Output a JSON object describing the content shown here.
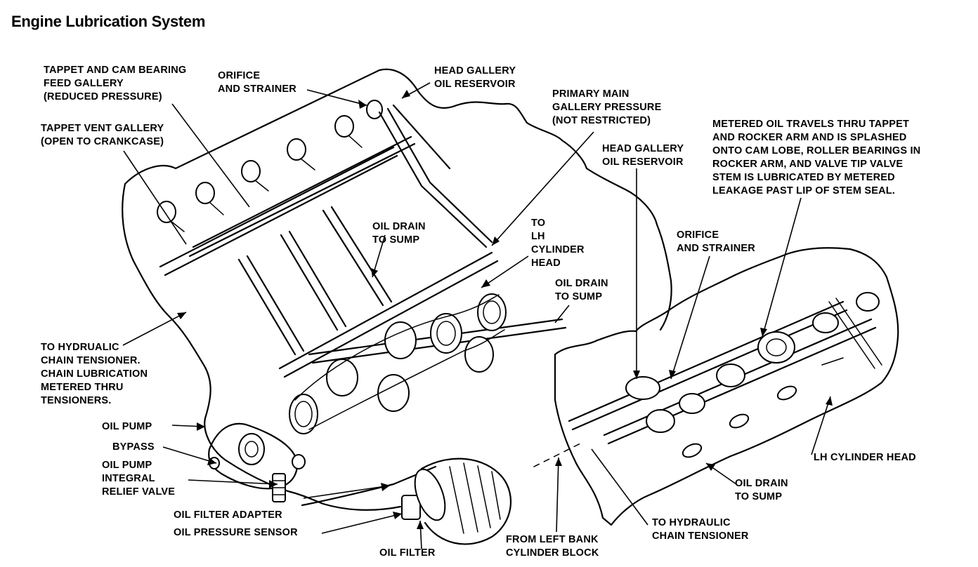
{
  "title": "Engine Lubrication System",
  "labels": {
    "tappet_cam_feed": "TAPPET AND CAM BEARING\nFEED GALLERY\n(REDUCED PRESSURE)",
    "orifice_strainer_1": "ORIFICE\nAND STRAINER",
    "head_gallery_1": "HEAD GALLERY\nOIL RESERVOIR",
    "primary_main": "PRIMARY MAIN\nGALLERY PRESSURE\n(NOT RESTRICTED)",
    "tappet_vent": "TAPPET VENT GALLERY\n(OPEN TO CRANKCASE)",
    "metered_oil": "METERED OIL TRAVELS THRU TAPPET\nAND ROCKER ARM AND IS SPLASHED\nONTO CAM LOBE, ROLLER BEARINGS IN\nROCKER ARM, AND VALVE TIP VALVE\nSTEM IS LUBRICATED BY METERED\nLEAKAGE PAST LIP OF STEM SEAL.",
    "head_gallery_2": "HEAD GALLERY\nOIL RESERVOIR",
    "oil_drain_1": "OIL DRAIN\nTO SUMP",
    "to_lh_head": "TO\nLH\nCYLINDER\nHEAD",
    "orifice_strainer_2": "ORIFICE\nAND STRAINER",
    "oil_drain_2": "OIL DRAIN\nTO SUMP",
    "hydraulic_tensioner_1": "TO HYDRUALIC\nCHAIN TENSIONER.\nCHAIN LUBRICATION\nMETERED THRU\nTENSIONERS.",
    "oil_pump": "OIL PUMP",
    "bypass": "BYPASS",
    "relief_valve": "OIL PUMP\nINTEGRAL\nRELIEF VALVE",
    "filter_adapter": "OIL FILTER ADAPTER",
    "pressure_sensor": "OIL PRESSURE SENSOR",
    "oil_filter": "OIL FILTER",
    "left_bank": "FROM LEFT BANK\nCYLINDER BLOCK",
    "hydraulic_tensioner_2": "TO HYDRAULIC\nCHAIN TENSIONER",
    "oil_drain_3": "OIL DRAIN\nTO SUMP",
    "lh_cylinder_head": "LH CYLINDER HEAD"
  }
}
